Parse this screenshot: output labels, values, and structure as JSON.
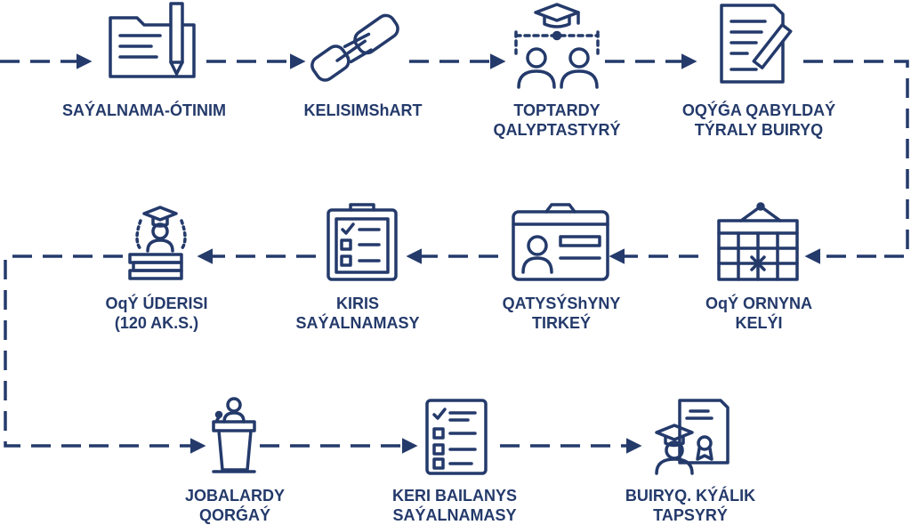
{
  "colors": {
    "primary": "#243a6b",
    "background": "#ffffff"
  },
  "steps": [
    {
      "icon": "folder-pen-icon",
      "lines": [
        "SAÝALNAMA-ÓTINIM"
      ]
    },
    {
      "icon": "handshake-icon",
      "lines": [
        "KELISIMShART"
      ]
    },
    {
      "icon": "group-graduation-icon",
      "lines": [
        "TOPTARDY",
        "QALYPTASTYRÝ"
      ]
    },
    {
      "icon": "document-pen-icon",
      "lines": [
        "OQÝǴA QABYLDAÝ",
        "TÝRALY BUIRYQ"
      ]
    },
    {
      "icon": "calendar-icon",
      "lines": [
        "OqÝ ORNYNA",
        "KELÝI"
      ]
    },
    {
      "icon": "id-card-icon",
      "lines": [
        "QATYSÝShYNY",
        "TIRKEÝ"
      ]
    },
    {
      "icon": "clipboard-checklist-icon",
      "lines": [
        "KIRIS",
        "SAÝALNAMASY"
      ]
    },
    {
      "icon": "graduate-books-icon",
      "lines": [
        "OqÝ ÚDERISI",
        "(120 AK.S.)"
      ]
    },
    {
      "icon": "podium-speaker-icon",
      "lines": [
        "JOBALARDY",
        "QORǴAÝ"
      ]
    },
    {
      "icon": "checklist-document-icon",
      "lines": [
        "KERI BAILANYS",
        "SAÝALNAMASY"
      ]
    },
    {
      "icon": "graduate-certificate-icon",
      "lines": [
        "BUIRYQ. KÝÁLIK",
        "TAPSYRÝ"
      ]
    }
  ]
}
